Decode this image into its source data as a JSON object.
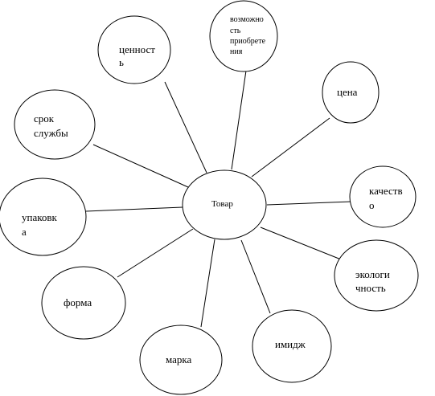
{
  "center": {
    "label": "Товар"
  },
  "nodes": [
    {
      "id": "cennost",
      "lines": [
        "ценност",
        "ь"
      ]
    },
    {
      "id": "vozmozhnost",
      "lines": [
        "возможно",
        "сть",
        "приобрете",
        "ния"
      ]
    },
    {
      "id": "cena",
      "lines": [
        "цена"
      ]
    },
    {
      "id": "kachestvo",
      "lines": [
        "качеств",
        "о"
      ]
    },
    {
      "id": "ekologichnost",
      "lines": [
        "экологи",
        "чность"
      ]
    },
    {
      "id": "imidzh",
      "lines": [
        "имидж"
      ]
    },
    {
      "id": "marka",
      "lines": [
        "марка"
      ]
    },
    {
      "id": "forma",
      "lines": [
        "форма"
      ]
    },
    {
      "id": "upakovka",
      "lines": [
        "упаковк",
        "а"
      ]
    },
    {
      "id": "srok",
      "lines": [
        "срок",
        "службы"
      ]
    }
  ],
  "colors": {
    "stroke": "#000000",
    "fill": "#ffffff",
    "text": "#000000"
  }
}
